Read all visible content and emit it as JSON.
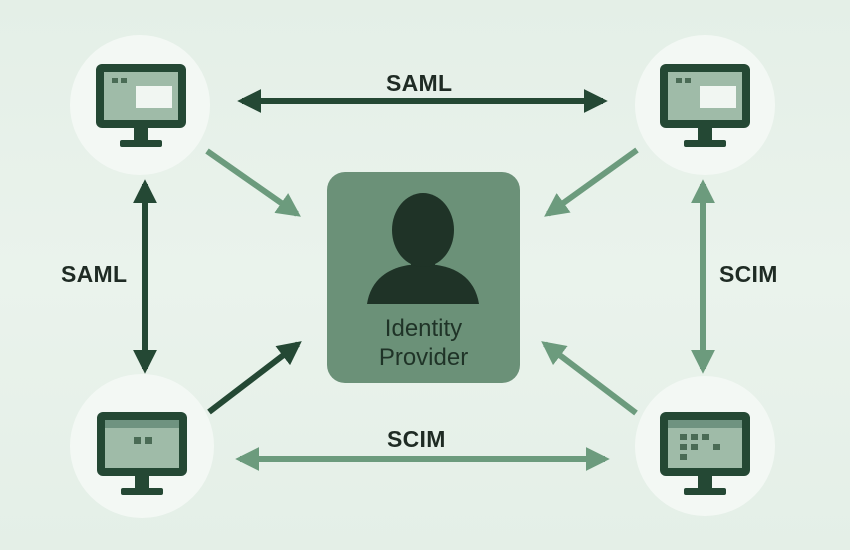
{
  "colors": {
    "dark_arrow": "#244834",
    "light_arrow": "#6c9b7d",
    "idp_fill": "#6b9178",
    "node_bg": "#f3f8f4",
    "monitor": "#244834"
  },
  "top_label": "SAML",
  "left_label": "SAML",
  "right_label": "SCIM",
  "bottom_label": "SCIM",
  "idp": {
    "line1": "Identity",
    "line2": "Provider",
    "icon": "user-icon"
  },
  "nodes": [
    {
      "name": "top-left-app",
      "icon": "monitor-icon"
    },
    {
      "name": "top-right-app",
      "icon": "monitor-icon"
    },
    {
      "name": "bottom-left-app",
      "icon": "monitor-icon"
    },
    {
      "name": "bottom-right-app",
      "icon": "monitor-icon"
    }
  ]
}
